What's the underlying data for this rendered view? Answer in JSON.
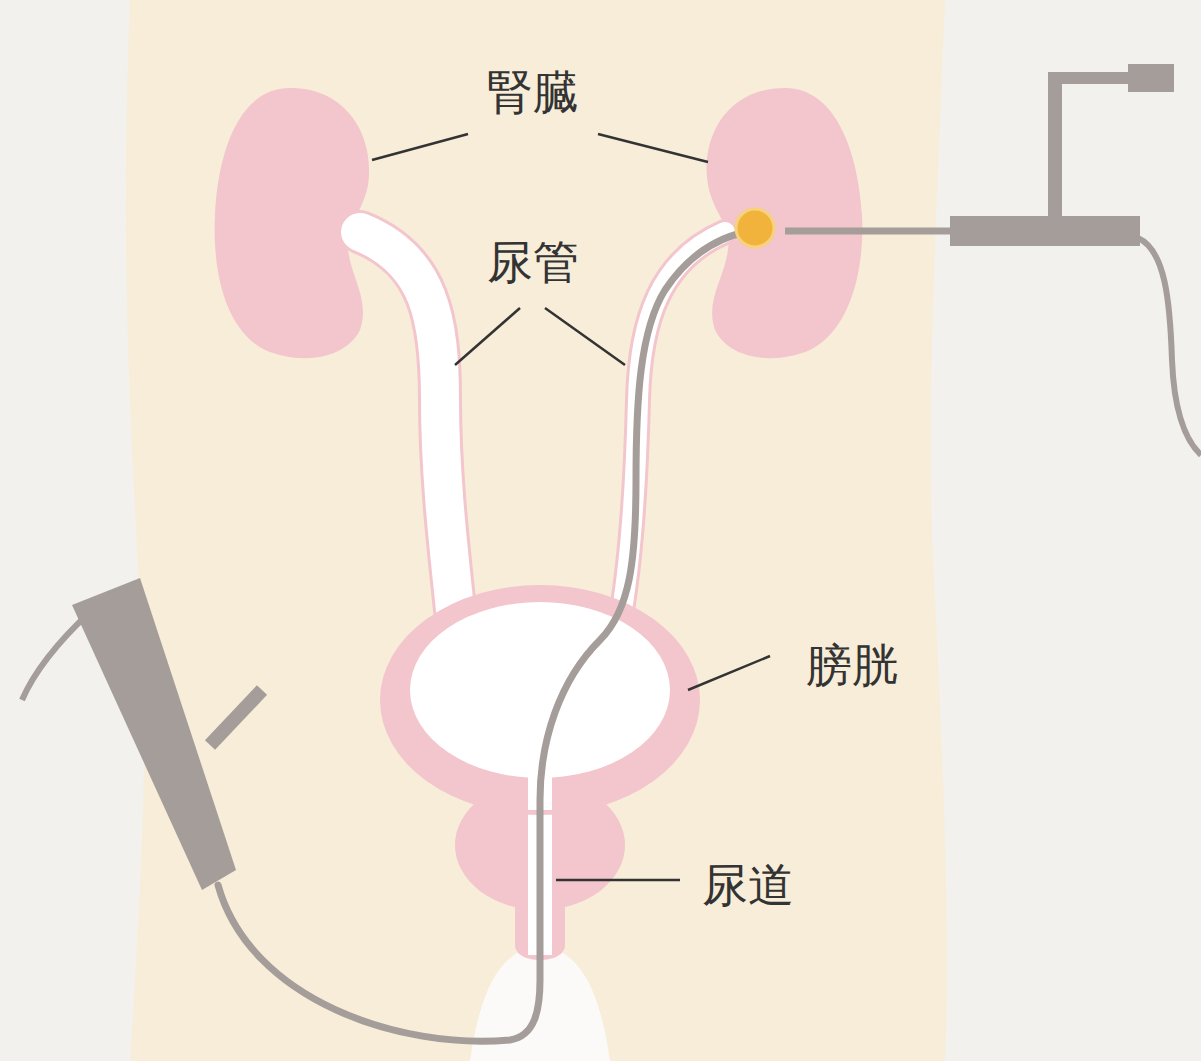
{
  "diagram": {
    "labels": [
      "腎臓",
      "尿管",
      "膀胱",
      "尿道"
    ]
  }
}
